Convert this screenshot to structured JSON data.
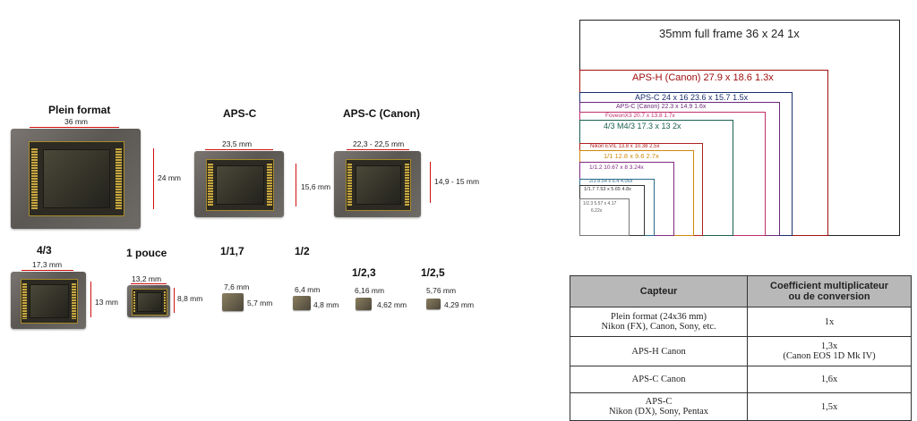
{
  "sensors_large": [
    {
      "title": "Plein format",
      "width_label": "36 mm",
      "height_label": "24 mm"
    },
    {
      "title": "APS-C",
      "width_label": "23,5 mm",
      "height_label": "15,6 mm"
    },
    {
      "title": "APS-C (Canon)",
      "width_label": "22,3 - 22,5 mm",
      "height_label": "14,9 - 15 mm"
    }
  ],
  "sensors_small": [
    {
      "title": "4/3",
      "width_label": "17,3 mm",
      "height_label": "13 mm"
    },
    {
      "title": "1 pouce",
      "width_label": "13,2 mm",
      "height_label": "8,8 mm"
    },
    {
      "title": "1/1,7",
      "width_label": "7,6 mm",
      "height_label": "5,7 mm"
    },
    {
      "title": "1/2",
      "width_label": "6,4 mm",
      "height_label": "4,8 mm"
    },
    {
      "title": "1/2,3",
      "width_label": "6,16 mm",
      "height_label": "4,62 mm"
    },
    {
      "title": "1/2,5",
      "width_label": "5,76 mm",
      "height_label": "4,29 mm"
    }
  ],
  "frames": [
    {
      "text": "35mm full frame     36 x 24     1x",
      "color": "#222222"
    },
    {
      "text": "APS-H (Canon)    27.9 x 18.6    1.3x",
      "color": "#a01010"
    },
    {
      "text": "APS-C    24 x 16  23.6 x 15.7    1.5x",
      "color": "#1a2e6e"
    },
    {
      "text": "APS-C (Canon)    22.3 x 14.9    1.6x",
      "color": "#6a2a7a"
    },
    {
      "text": "FoveonX3   20.7 x 13.8     1.7x",
      "color": "#c0306a"
    },
    {
      "text": "4/3 M4/3   17.3 x 13    2x",
      "color": "#1a6050"
    },
    {
      "text": "Nikon EVIL   13.8 x 10.38   2.5x",
      "color": "#b02020"
    },
    {
      "text": "1/1   12.8 x 9.6    2.7x",
      "color": "#d08a10"
    },
    {
      "text": "1/1.2   10.67 x 8    3.24x",
      "color": "#802a80"
    },
    {
      "text": "2/3   8.54 x 6.4   4.06x",
      "color": "#2a6a8a"
    },
    {
      "text": "1/1.7  7.53 x 5.65  4.8x",
      "color": "#333333"
    },
    {
      "text": "1/2.3  5.57 x 4.17",
      "color": "#555555"
    },
    {
      "text": "6.22x",
      "color": "#555555"
    }
  ],
  "table": {
    "headers": [
      "Capteur",
      "Coefficient multiplicateur",
      "ou de conversion"
    ],
    "rows": [
      {
        "sensor": [
          "Plein format (24x36 mm)",
          "Nikon (FX), Canon, Sony, etc."
        ],
        "coef": [
          "1x"
        ]
      },
      {
        "sensor": [
          "APS-H Canon"
        ],
        "coef": [
          "1,3x",
          "(Canon EOS 1D Mk IV)"
        ]
      },
      {
        "sensor": [
          "APS-C Canon"
        ],
        "coef": [
          "1,6x"
        ]
      },
      {
        "sensor": [
          "APS-C",
          "Nikon (DX), Sony, Pentax"
        ],
        "coef": [
          "1,5x"
        ]
      }
    ]
  },
  "colors": {
    "dimension_line": "#d01010",
    "table_header_bg": "#b8b8b8"
  }
}
